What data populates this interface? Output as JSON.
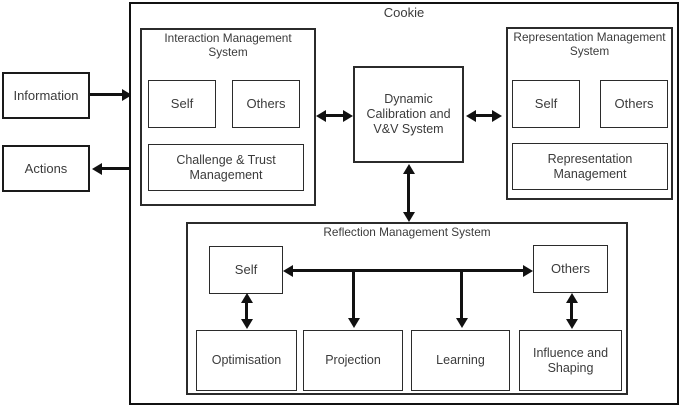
{
  "diagram": {
    "outer_container": {
      "label": "Cookie"
    },
    "external": {
      "information": {
        "label": "Information"
      },
      "actions": {
        "label": "Actions"
      }
    },
    "interaction_management_system": {
      "title": "Interaction Management System",
      "self": "Self",
      "others": "Others",
      "challenge_trust": "Challenge & Trust Management"
    },
    "dynamic_calibration": {
      "label": "Dynamic Calibration and V&V System"
    },
    "representation_management_system": {
      "title": "Representation Management System",
      "self": "Self",
      "others": "Others",
      "representation_management": "Representation Management"
    },
    "reflection_management_system": {
      "title": "Reflection Management System",
      "self": "Self",
      "others": "Others",
      "optimisation": "Optimisation",
      "projection": "Projection",
      "learning": "Learning",
      "influence_shaping": "Influence and Shaping"
    },
    "colors": {
      "stroke": "#111111",
      "text": "#3b3b3b",
      "background": "#ffffff"
    }
  }
}
